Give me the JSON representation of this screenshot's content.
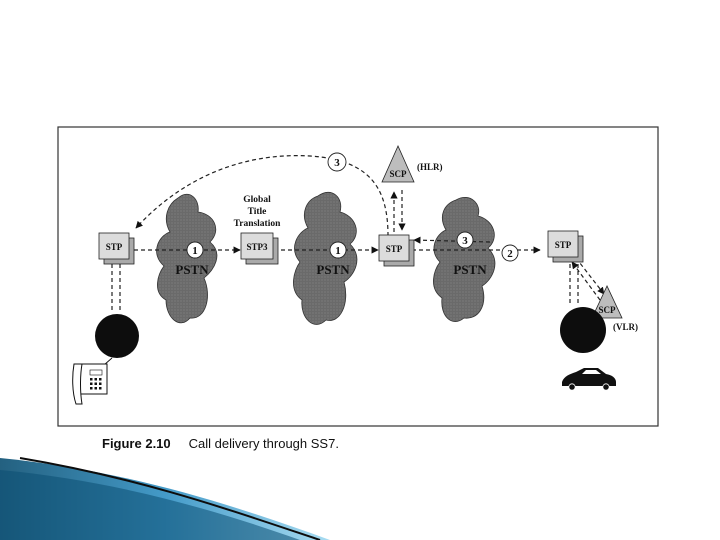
{
  "figure": {
    "caption_label": "Figure 2.10",
    "caption_text": "Call delivery through SS7."
  },
  "nodes": {
    "stp_left": "STP",
    "stp3": "STP3",
    "stp_center": "STP",
    "stp_right": "STP",
    "scp_hlr": "SCP",
    "scp_vlr": "SCP"
  },
  "labels": {
    "hlr": "(HLR)",
    "vlr": "(VLR)",
    "global_title_line1": "Global",
    "global_title_line2": "Title",
    "global_title_line3": "Translation"
  },
  "clouds": {
    "pstn1": "PSTN",
    "pstn2": "PSTN",
    "pstn3": "PSTN"
  },
  "steps": {
    "step1a": "1",
    "step1b": "1",
    "step2": "2",
    "step3_top": "3",
    "step3_mid": "3"
  },
  "colors": {
    "cloud_fill": "#6f6f6f",
    "node_fill": "#dcdcdc",
    "slide_accent_dark": "#0b4f72",
    "slide_accent_light": "#4bb4e0"
  }
}
